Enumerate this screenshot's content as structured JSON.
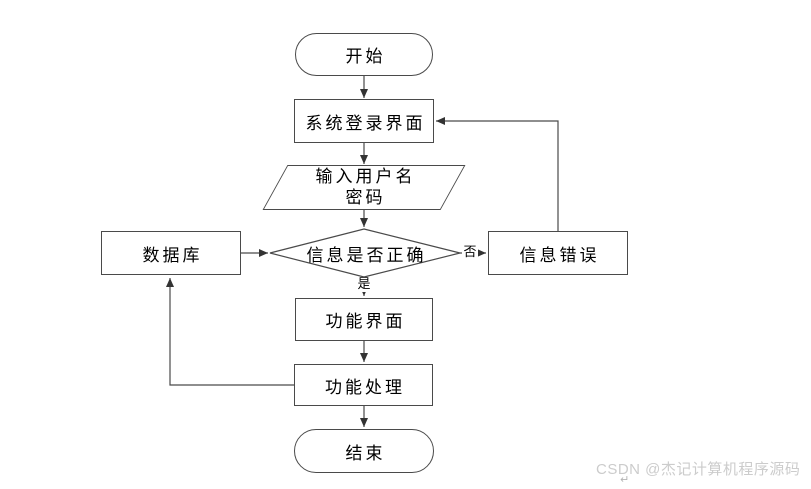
{
  "flowchart": {
    "nodes": {
      "start": {
        "label": "开始",
        "shape": "terminator"
      },
      "login_screen": {
        "label": "系统登录界面",
        "shape": "process"
      },
      "input_credentials": {
        "line1": "输入用户名",
        "line2": "密码",
        "shape": "data-input"
      },
      "decision": {
        "label": "信息是否正确",
        "shape": "decision"
      },
      "database": {
        "label": "数据库",
        "shape": "process"
      },
      "error": {
        "label": "信息错误",
        "shape": "process"
      },
      "function_screen": {
        "label": "功能界面",
        "shape": "process"
      },
      "function_process": {
        "label": "功能处理",
        "shape": "process"
      },
      "end": {
        "label": "结束",
        "shape": "terminator"
      }
    },
    "branch_labels": {
      "no": "否",
      "yes": "是"
    },
    "edges": [
      "start -> login_screen",
      "login_screen -> input_credentials",
      "input_credentials -> decision",
      "database -> decision",
      "decision -(否)-> error",
      "error -> login_screen",
      "decision -(是)-> function_screen",
      "function_screen -> function_process",
      "function_process -> database",
      "function_process -> end"
    ]
  },
  "watermark": {
    "text": "CSDN @杰记计算机程序源码",
    "paragraph_mark": "↵"
  },
  "colors": {
    "background": "#ffffff",
    "node_fill": "#ffffff",
    "line": "#4a4a4a",
    "text": "#000000",
    "watermark": "#cccccc"
  }
}
